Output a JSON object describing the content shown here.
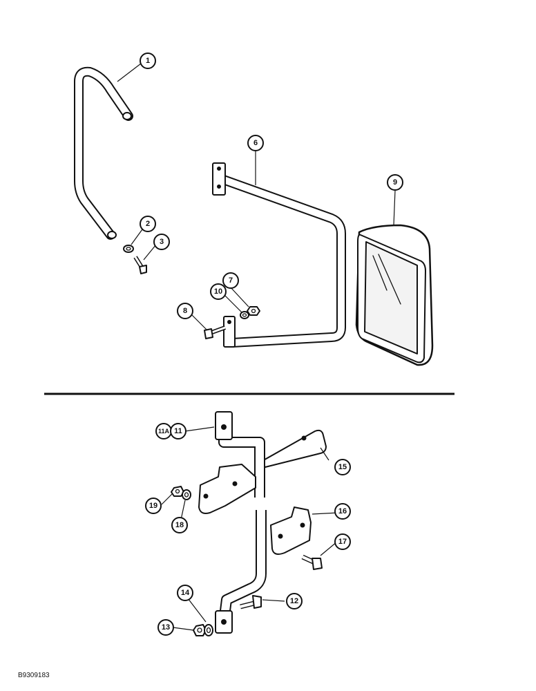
{
  "callouts": {
    "c1": "1",
    "c2": "2",
    "c3": "3",
    "c6": "6",
    "c7": "7",
    "c8": "8",
    "c9": "9",
    "c10": "10",
    "c11a": "11A",
    "c11": "11",
    "c12": "12",
    "c13": "13",
    "c14": "14",
    "c15": "15",
    "c16": "16",
    "c17": "17",
    "c18": "18",
    "c19": "19"
  },
  "drawing_id": "B9309183"
}
